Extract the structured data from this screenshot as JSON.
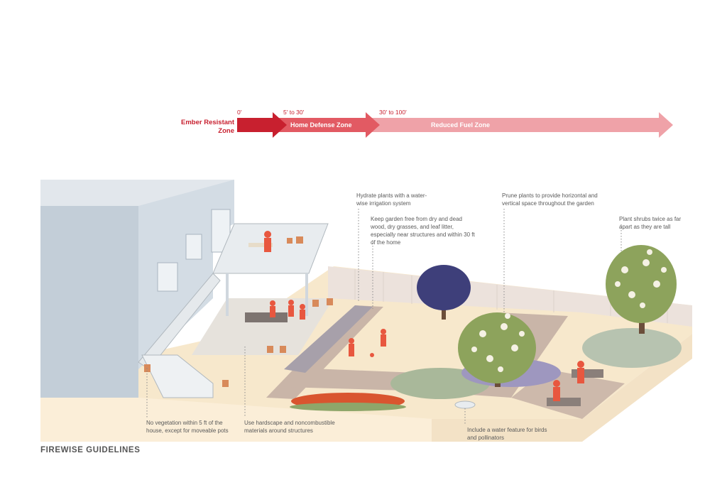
{
  "zones": {
    "ember": {
      "title": "Ember Resistant Zone",
      "distance": "0'",
      "color": "#c8202f"
    },
    "home_defense": {
      "title": "Home Defense Zone",
      "distance": "5' to 30'",
      "color": "#e25a63"
    },
    "reduced_fuel": {
      "title": "Reduced Fuel Zone",
      "distance": "30' to 100'",
      "color": "#efa2a8"
    }
  },
  "annotations": {
    "hydrate": "Hydrate plants with a water-wise irrigation system",
    "keep_free": "Keep garden free from dry and dead wood, dry grasses, and leaf litter, especially near structures and within 30 ft of the home",
    "prune": "Prune plants to provide horizontal and vertical space throughout the garden",
    "spacing": "Plant shrubs twice as far apart as they are tall",
    "no_vegetation": "No vegetation within 5 ft of the house, except for moveable pots",
    "hardscape": "Use hardscape and noncombustible materials around structures",
    "water_feature": "Include a water feature for birds and pollinators"
  },
  "footer": "FIREWISE GUIDELINES",
  "colors": {
    "person": "#e8573f",
    "house": "#c9d3dc",
    "ground": "#f5e6cd",
    "fence": "#ece2dc"
  }
}
